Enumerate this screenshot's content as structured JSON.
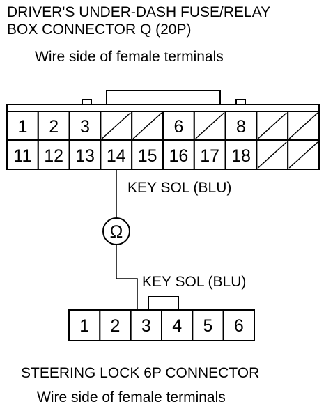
{
  "header": {
    "title_line1": "DRIVER'S UNDER-DASH FUSE/RELAY",
    "title_line2": "BOX CONNECTOR Q (20P)",
    "subtitle": "Wire side of female terminals"
  },
  "connector_q": {
    "top_row": [
      "1",
      "2",
      "3",
      "",
      "",
      "6",
      "",
      "8",
      "",
      ""
    ],
    "bottom_row": [
      "11",
      "12",
      "13",
      "14",
      "15",
      "16",
      "17",
      "18",
      "",
      ""
    ]
  },
  "probe": {
    "wire_label_top": "KEY SOL (BLU)",
    "meter_symbol": "Ω",
    "wire_label_bottom": "KEY SOL (BLU)"
  },
  "connector_6p": {
    "pins": [
      "1",
      "2",
      "3",
      "4",
      "5",
      "6"
    ]
  },
  "footer": {
    "title": "STEERING LOCK 6P CONNECTOR",
    "subtitle": "Wire side of female terminals"
  }
}
